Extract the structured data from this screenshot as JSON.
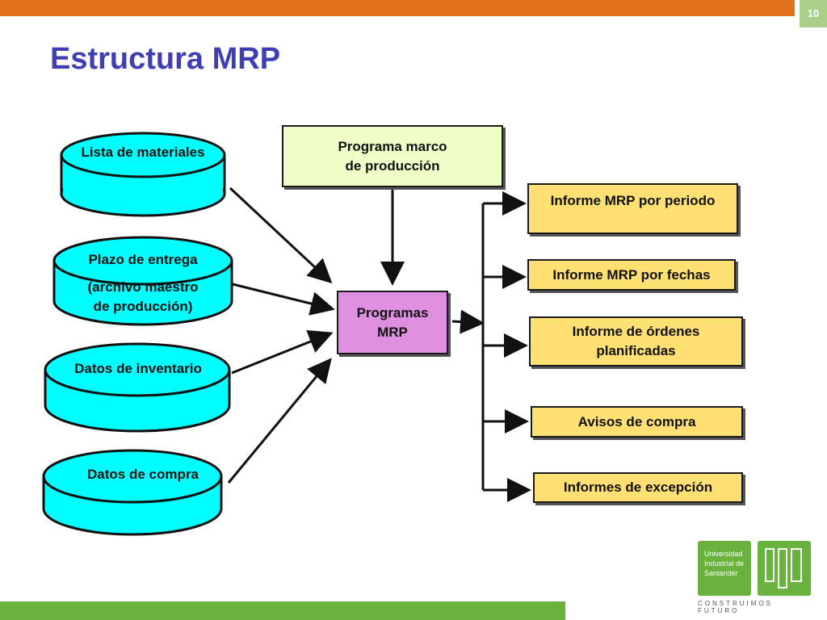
{
  "slide": {
    "page_number": "10",
    "title": "Estructura MRP"
  },
  "inputs": {
    "materials": "Lista de materiales",
    "lead_line1": "Plazo de entrega",
    "lead_line2": "(archivo maestro",
    "lead_line3": "de producción)",
    "inventory": "Datos de inventario",
    "purchase": "Datos de compra"
  },
  "master_schedule": {
    "line1": "Programa marco",
    "line2": "de producción"
  },
  "mrp_program": {
    "line1": "Programas",
    "line2": "MRP"
  },
  "outputs": [
    "Informe MRP por periodo",
    "Informe MRP por fechas",
    "Informe de órdenes planificadas",
    "Avisos de compra",
    "Informes de excepción"
  ],
  "logo": {
    "line1": "Universidad",
    "line2": "Industrial de",
    "line3": "Santander",
    "motto": "CONSTRUIMOS FUTURO"
  },
  "colors": {
    "orange_bar": "#e2711d",
    "green": "#6ab23e",
    "cylinder": "#00ffff",
    "output_box": "#ffe072",
    "master_box": "#eeffc8",
    "mrp_box": "#df8fe0",
    "title": "#3f3fb3"
  }
}
